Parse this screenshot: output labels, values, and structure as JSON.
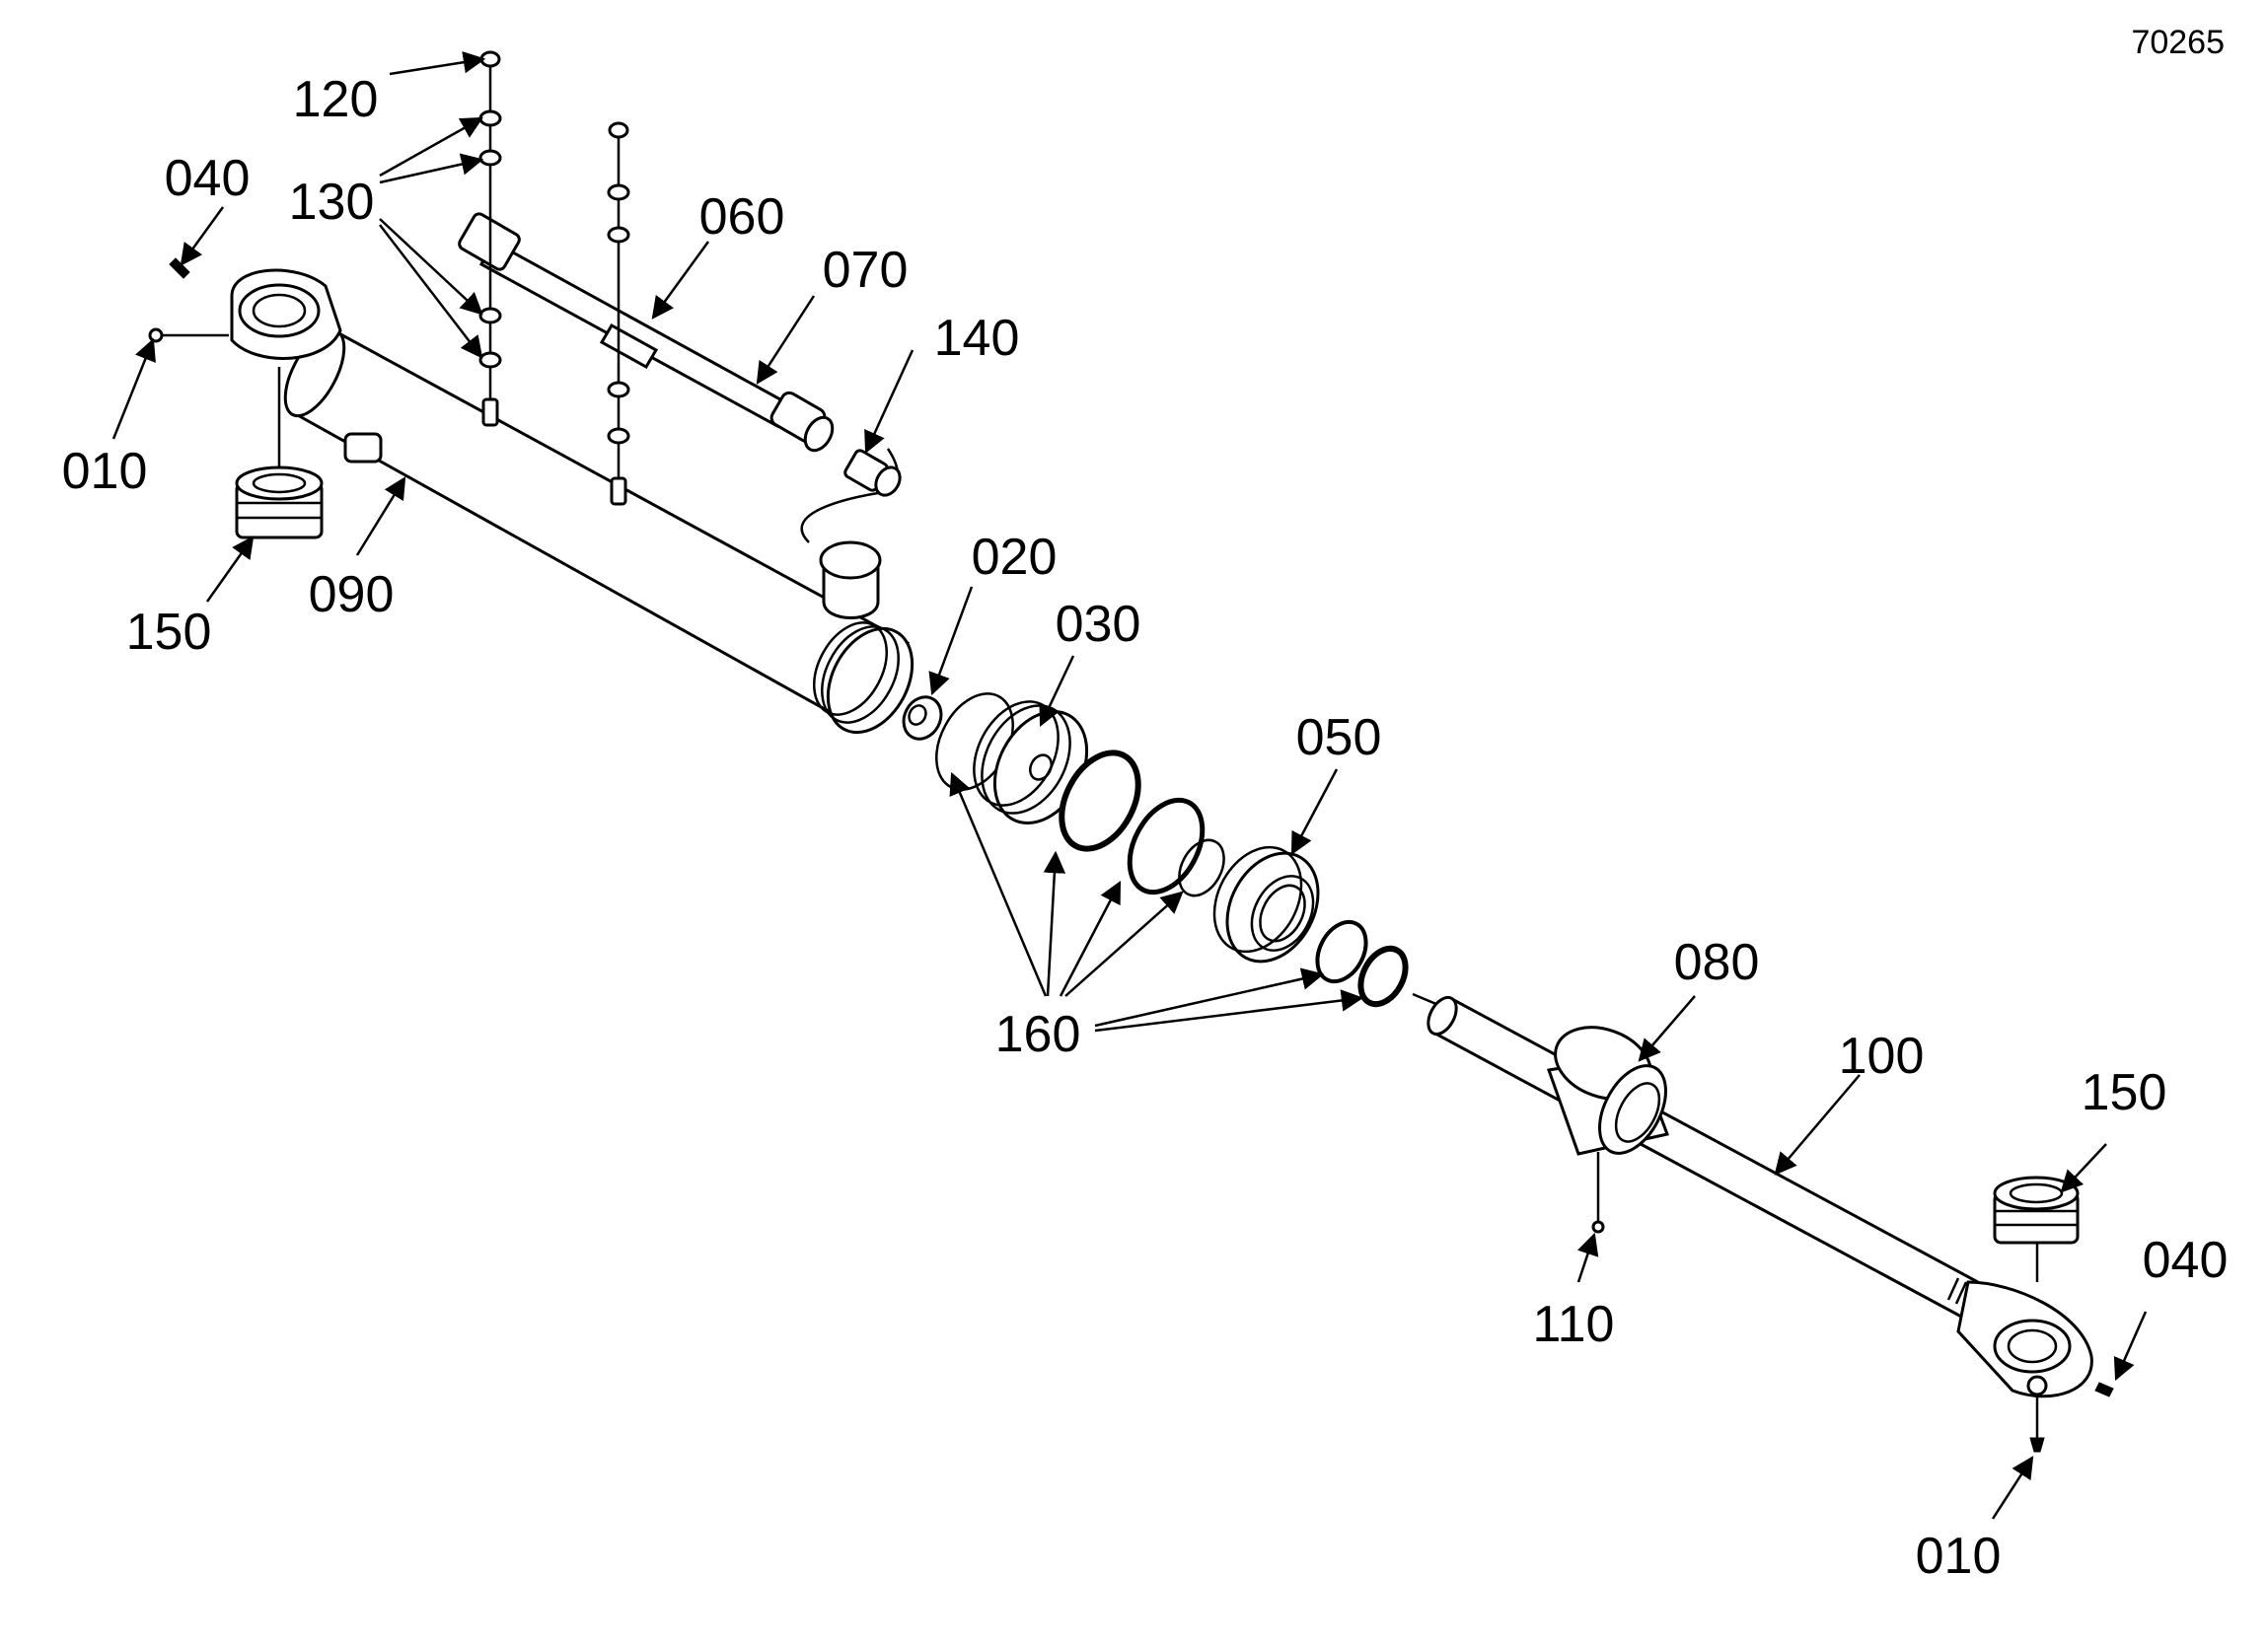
{
  "document_number": "70265",
  "callouts": [
    {
      "id": "lbl-120",
      "text": "120"
    },
    {
      "id": "lbl-130",
      "text": "130"
    },
    {
      "id": "lbl-040-left",
      "text": "040"
    },
    {
      "id": "lbl-060",
      "text": "060"
    },
    {
      "id": "lbl-070",
      "text": "070"
    },
    {
      "id": "lbl-140",
      "text": "140"
    },
    {
      "id": "lbl-010-left",
      "text": "010"
    },
    {
      "id": "lbl-150-left",
      "text": "150"
    },
    {
      "id": "lbl-090",
      "text": "090"
    },
    {
      "id": "lbl-020",
      "text": "020"
    },
    {
      "id": "lbl-030",
      "text": "030"
    },
    {
      "id": "lbl-050",
      "text": "050"
    },
    {
      "id": "lbl-160",
      "text": "160"
    },
    {
      "id": "lbl-080",
      "text": "080"
    },
    {
      "id": "lbl-100",
      "text": "100"
    },
    {
      "id": "lbl-150-right",
      "text": "150"
    },
    {
      "id": "lbl-040-right",
      "text": "040"
    },
    {
      "id": "lbl-110",
      "text": "110"
    },
    {
      "id": "lbl-010-right",
      "text": "010"
    }
  ]
}
